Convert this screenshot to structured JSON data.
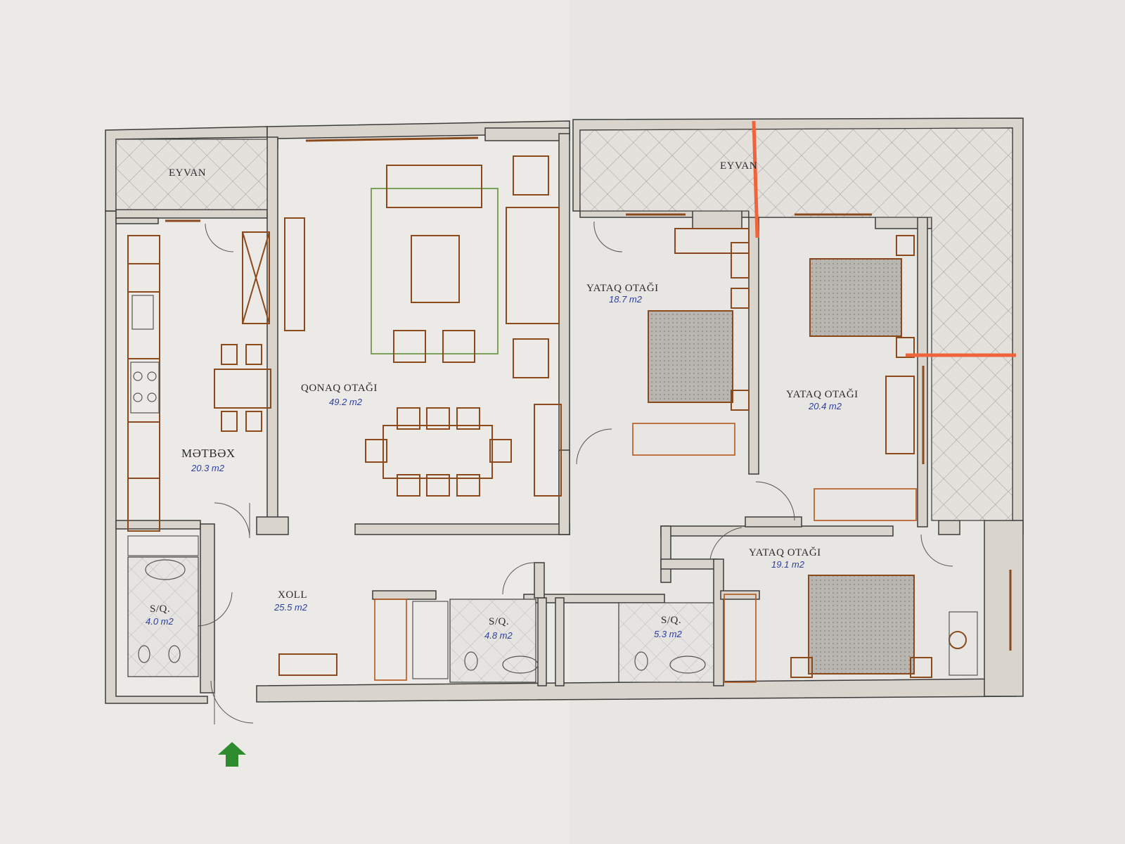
{
  "rooms": [
    {
      "id": "eyvan-left",
      "name": "EYVAN",
      "area": ""
    },
    {
      "id": "eyvan-right",
      "name": "EYVAN",
      "area": ""
    },
    {
      "id": "qonaq",
      "name": "QONAQ OTAĞI",
      "area": "49.2 m2"
    },
    {
      "id": "metbex",
      "name": "MƏTBƏX",
      "area": "20.3 m2"
    },
    {
      "id": "yataq1",
      "name": "YATAQ OTAĞI",
      "area": "18.7 m2"
    },
    {
      "id": "yataq2",
      "name": "YATAQ OTAĞI",
      "area": "20.4 m2"
    },
    {
      "id": "yataq3",
      "name": "YATAQ OTAĞI",
      "area": "19.1 m2"
    },
    {
      "id": "xoll",
      "name": "XOLL",
      "area": "25.5 m2"
    },
    {
      "id": "sq1",
      "name": "S/Q.",
      "area": "4.0 m2"
    },
    {
      "id": "sq2",
      "name": "S/Q.",
      "area": "4.8 m2"
    },
    {
      "id": "sq3",
      "name": "S/Q.",
      "area": "5.3 m2"
    }
  ],
  "colors": {
    "paper": "#eceae6",
    "wall": "#d9d4cc",
    "furniture": "#8b4a1c",
    "area_text": "#2b3fa0",
    "markup_line": "#f0643c",
    "entrance_arrow": "#2e8b2e"
  },
  "icons": {
    "entrance": "entrance-arrow-icon"
  }
}
